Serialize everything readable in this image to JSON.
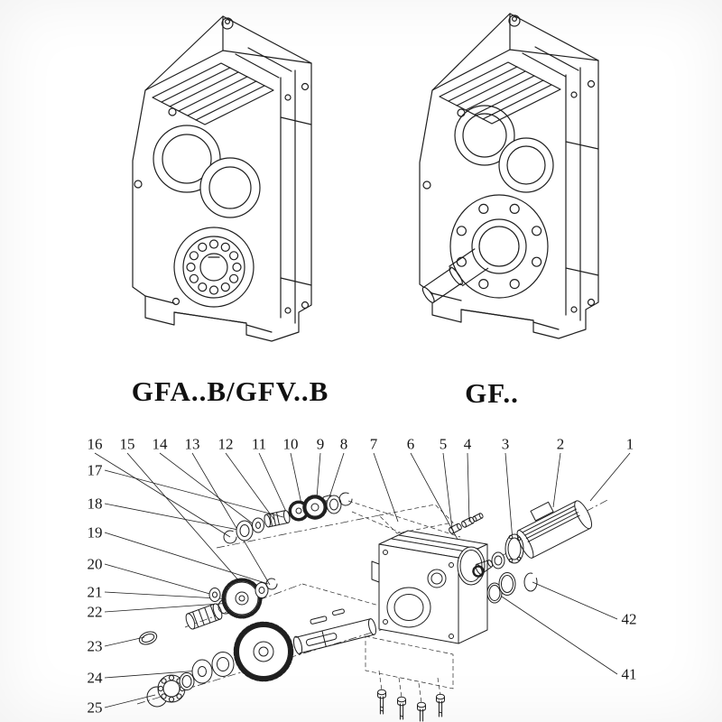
{
  "page": {
    "left_model_label": "GFA..B/GFV..B",
    "right_model_label": "GF.."
  },
  "figures": {
    "left_description": "parallel shaft gear unit, hollow shaft version, isometric line drawing",
    "right_description": "parallel shaft gear unit, solid output shaft version, isometric line drawing"
  },
  "exploded_view": {
    "top_callouts": [
      "16",
      "15",
      "14",
      "13",
      "12",
      "11",
      "10",
      "9",
      "8",
      "7",
      "6",
      "5",
      "4",
      "3",
      "2",
      "1"
    ],
    "left_callouts": [
      "17",
      "18",
      "19",
      "20",
      "21",
      "22",
      "23",
      "24",
      "25"
    ],
    "right_callouts": [
      "42",
      "41"
    ]
  },
  "colors": {
    "line": "#1f1f1f",
    "background": "#ffffff"
  }
}
